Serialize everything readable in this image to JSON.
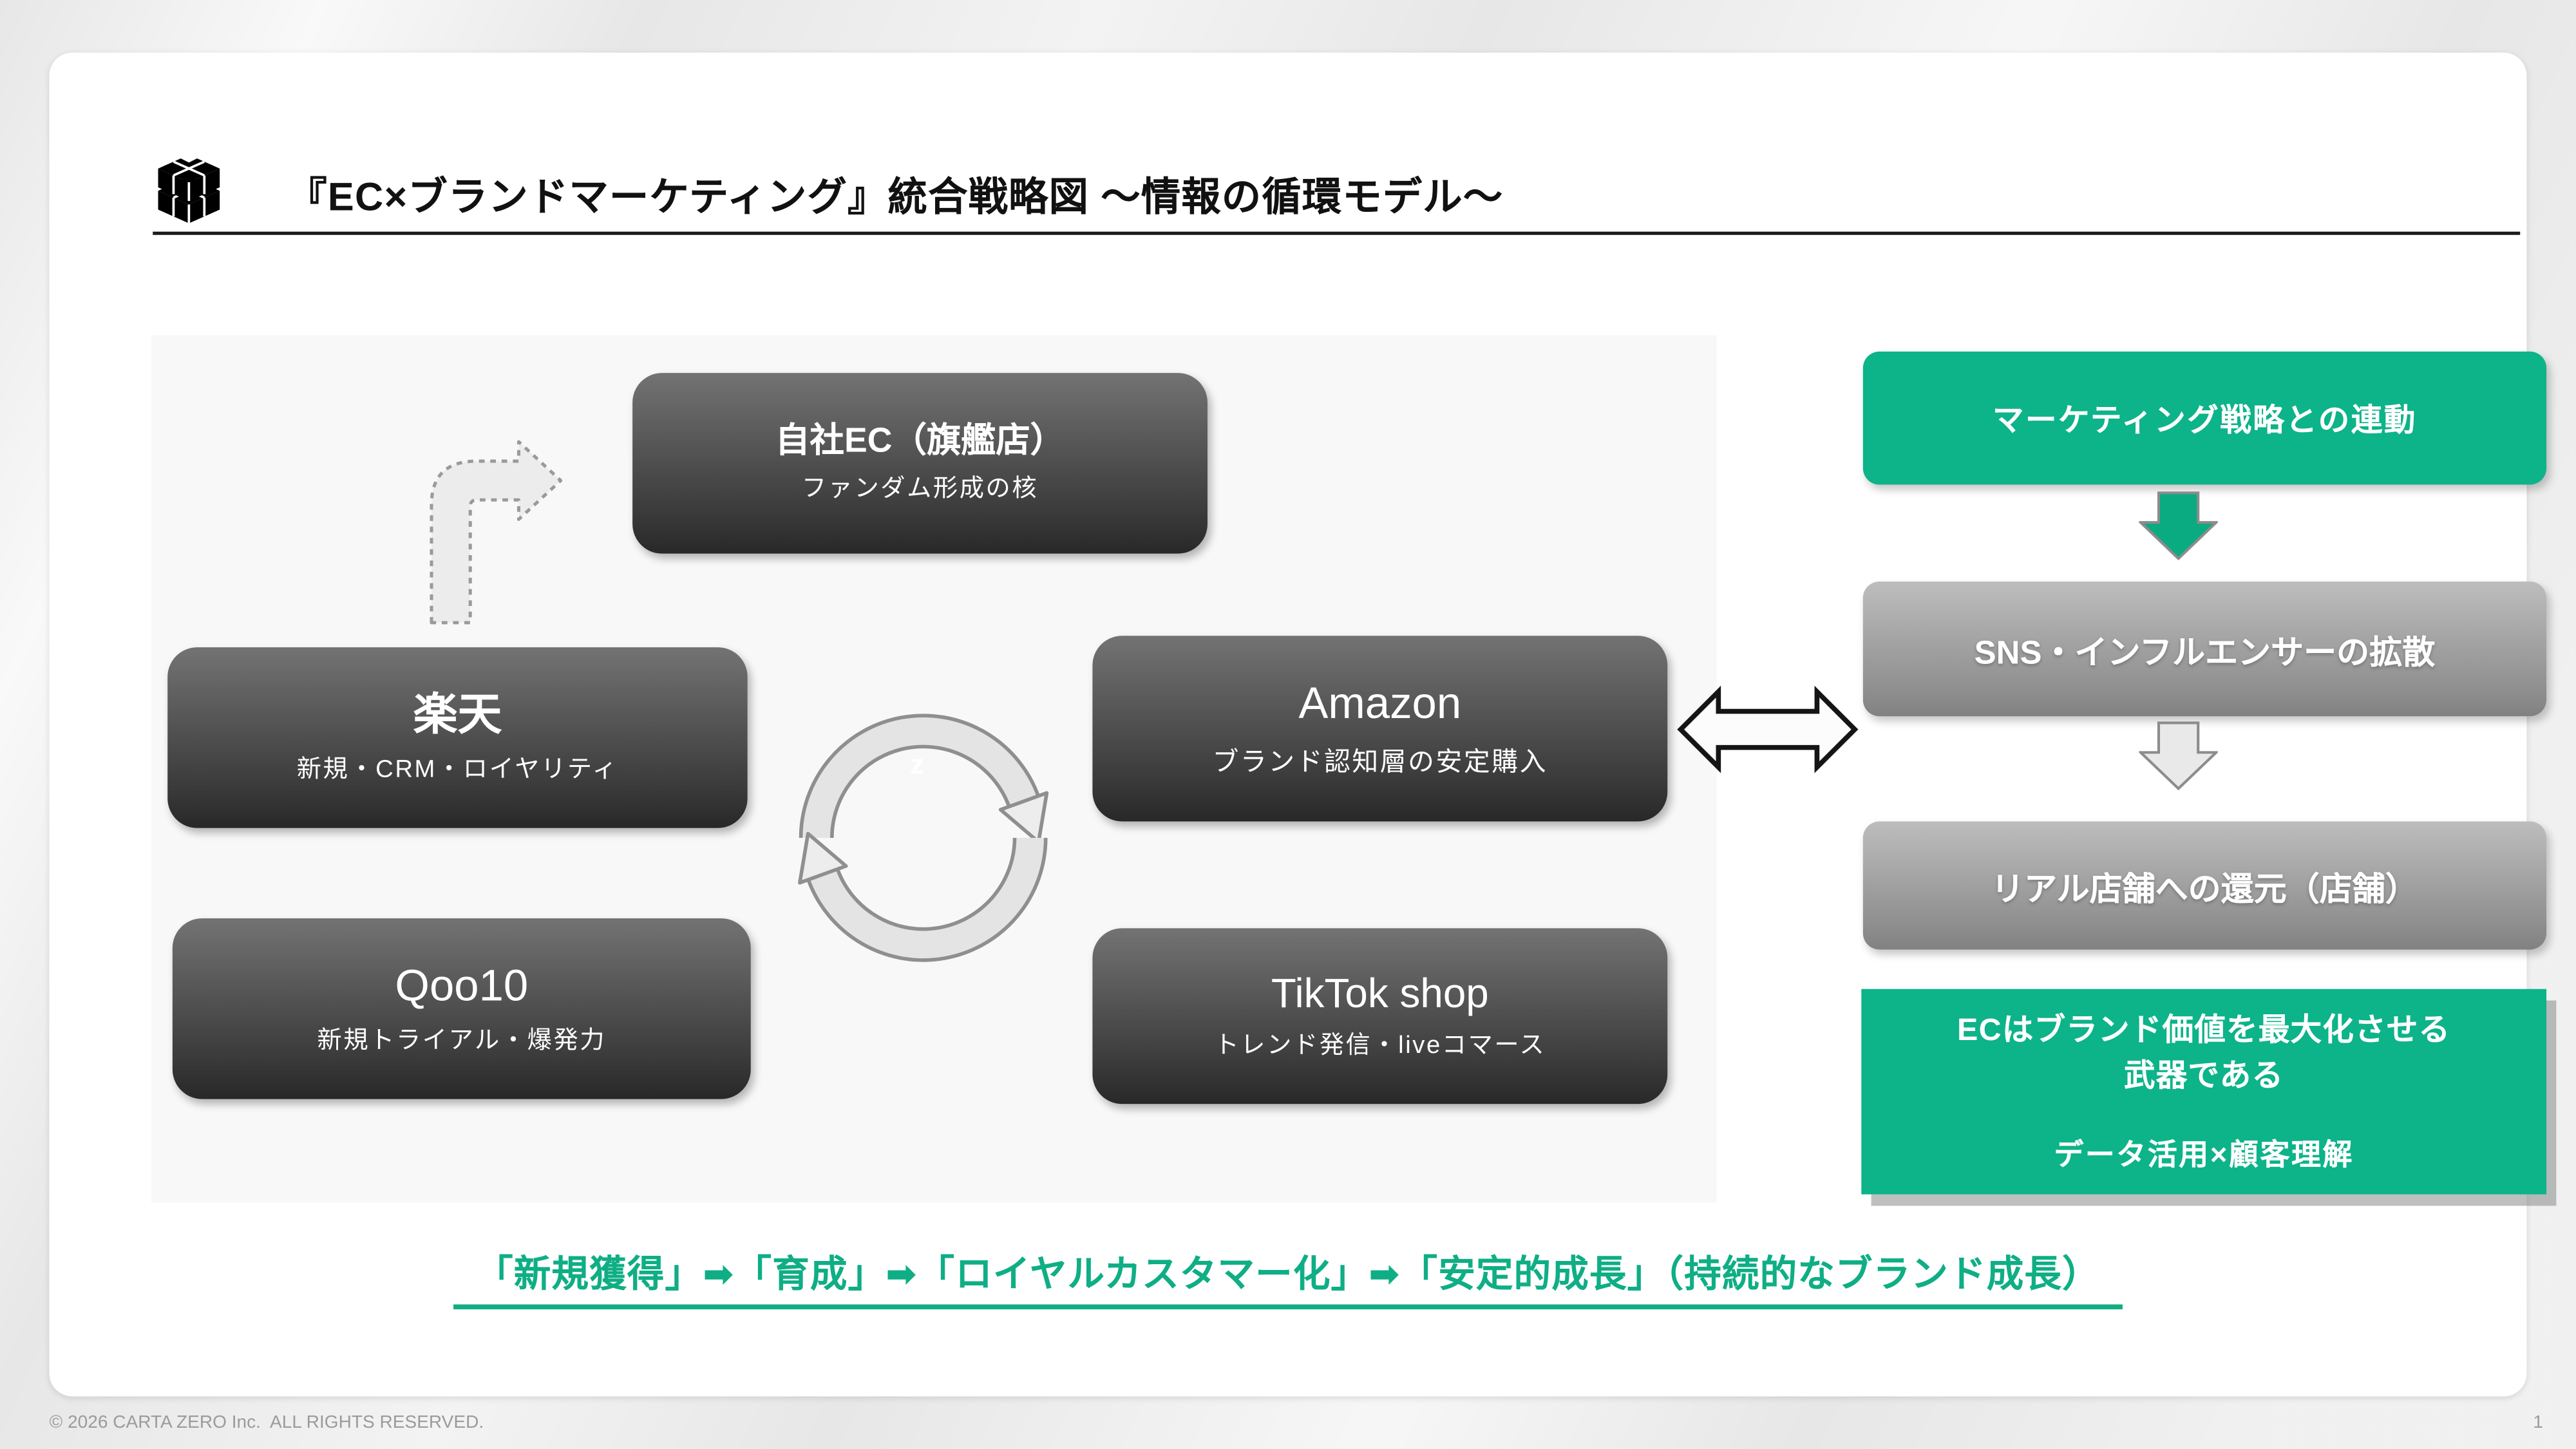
{
  "slide": {
    "title": "『EC×ブランドマーケティング』統合戦略図 〜情報の循環モデル〜",
    "colors": {
      "accent_green": "#0db389",
      "teal_text": "#0fae85",
      "dark_box_top": "#737373",
      "dark_box_bottom": "#282828",
      "gray_box_top": "#bdbdbd",
      "gray_box_bottom": "#818181"
    },
    "ecosystem": {
      "nodes": [
        {
          "title": "自社EC（旗艦店）",
          "subtitle": "ファンダム形成の核"
        },
        {
          "title": "楽天",
          "subtitle": "新規・CRM・ロイヤリティ"
        },
        {
          "title": "Amazon",
          "subtitle": "ブランド認知層の安定購入"
        },
        {
          "title": "Qoo10",
          "subtitle": "新規トライアル・爆発力"
        },
        {
          "title": "TikTok shop",
          "subtitle": "トレンド発信・liveコマース"
        }
      ],
      "center_label": "z"
    },
    "flow": {
      "steps": [
        {
          "label": "マーケティング戦略との連動"
        },
        {
          "label": "SNS・インフルエンサーの拡散"
        },
        {
          "label": "リアル店舗への還元（店舗）"
        }
      ],
      "summary": {
        "line1": "ECはブランド価値を最大化させる",
        "line2": "武器である",
        "line3": "データ活用×顧客理解"
      }
    },
    "banner": "「新規獲得」➡「育成」➡「ロイヤルカスタマー化」➡「安定的成長」（持続的なブランド成長）",
    "footer": {
      "copyright": "© 2026 CARTA ZERO Inc.  ALL RIGHTS RESERVED.",
      "page_number": "1"
    }
  }
}
